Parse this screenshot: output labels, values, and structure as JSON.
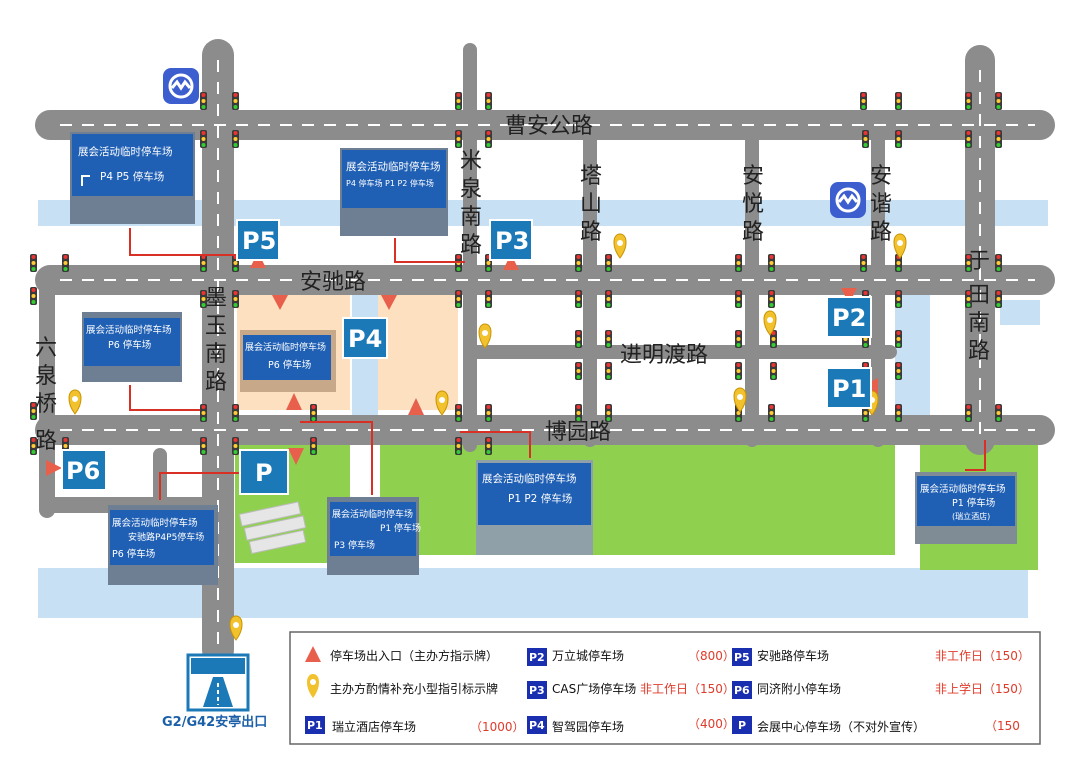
{
  "streets": {
    "caoan": "曹安公路",
    "anchi": "安驰路",
    "boyuan": "博园路",
    "jinmingdu": "进明渡路",
    "mo": "墨",
    "yu": "玉",
    "nan_mo": "南",
    "lu_mo": "路",
    "liu": "六",
    "quan_l": "泉",
    "qiao": "桥",
    "lu_l": "路",
    "mi": "米",
    "quan_m": "泉",
    "nan_m": "南",
    "lu_m": "路",
    "ta": "塔",
    "shan": "山",
    "lu_t": "路",
    "an_y": "安",
    "yue": "悦",
    "lu_y": "路",
    "an_x": "安",
    "xie": "谐",
    "lu_x": "路",
    "yu2": "于",
    "tian": "田",
    "nan_y": "南",
    "lu_yt": "路"
  },
  "parking_labels": {
    "p1": "P1",
    "p2": "P2",
    "p3": "P3",
    "p4": "P4",
    "p5": "P5",
    "p6": "P6",
    "p": "P"
  },
  "signs": {
    "s1": {
      "l1": "展会活动临时停车场",
      "l2": "P4 P5 停车场"
    },
    "s2": {
      "l1": "展会活动临时停车场",
      "l2": "P4 停车场  P1 P2 停车场"
    },
    "s3": {
      "l1": "展会活动临时停车场",
      "l2": "P6 停车场"
    },
    "s4": {
      "l1": "展会活动临时停车场",
      "l2": "P6 停车场"
    },
    "s5": {
      "l1": "展会活动临时停车场",
      "l2": "安驰路P4P5停车场",
      "l3": "P6 停车场"
    },
    "s6": {
      "l1": "展会活动临时停车场",
      "l2": "P1 停车场",
      "l3": "P3 停车场"
    },
    "s7": {
      "l1": "展会活动临时停车场",
      "l2": "P1 P2 停车场"
    },
    "s8": {
      "l1": "展会活动临时停车场",
      "l2": "P1 停车场",
      "l3": "(瑞立酒店)"
    }
  },
  "exit_label": "G2/G42安亭出口",
  "legend": {
    "item1": "停车场出入口（主办方指示牌）",
    "item2": "主办方酌情补充小型指引标示牌",
    "p1_badge": "P1",
    "p1_name": "瑞立酒店停车场",
    "p1_cap": "（1000）",
    "p2_badge": "P2",
    "p2_name": "万立城停车场",
    "p2_cap": "（800）",
    "p3_badge": "P3",
    "p3_name": "CAS广场停车场",
    "p3_cap": "非工作日（150）",
    "p4_badge": "P4",
    "p4_name": "智驾园停车场",
    "p4_cap": "（400）",
    "p5_badge": "P5",
    "p5_name": "安驰路停车场",
    "p5_cap": "非工作日（150）",
    "p6_badge": "P6",
    "p6_name": "同济附小停车场",
    "p6_cap": "非上学日（150）",
    "p_badge": "P",
    "p_name": "会展中心停车场（不对外宣传）",
    "p_cap": "（150"
  },
  "colors": {
    "road": "#8c8c8c",
    "green": "#8fd14f",
    "water": "#c8e0f4",
    "lot": "#fce0bf",
    "parking_blue": "#1b79b8",
    "arrow_red": "#e8604c",
    "route_red": "#d93025",
    "pin_yellow": "#f2c12e"
  },
  "icons": [
    "metro-icon",
    "highway-exit-icon",
    "location-pin-icon",
    "traffic-light-icon",
    "entrance-triangle-icon"
  ]
}
